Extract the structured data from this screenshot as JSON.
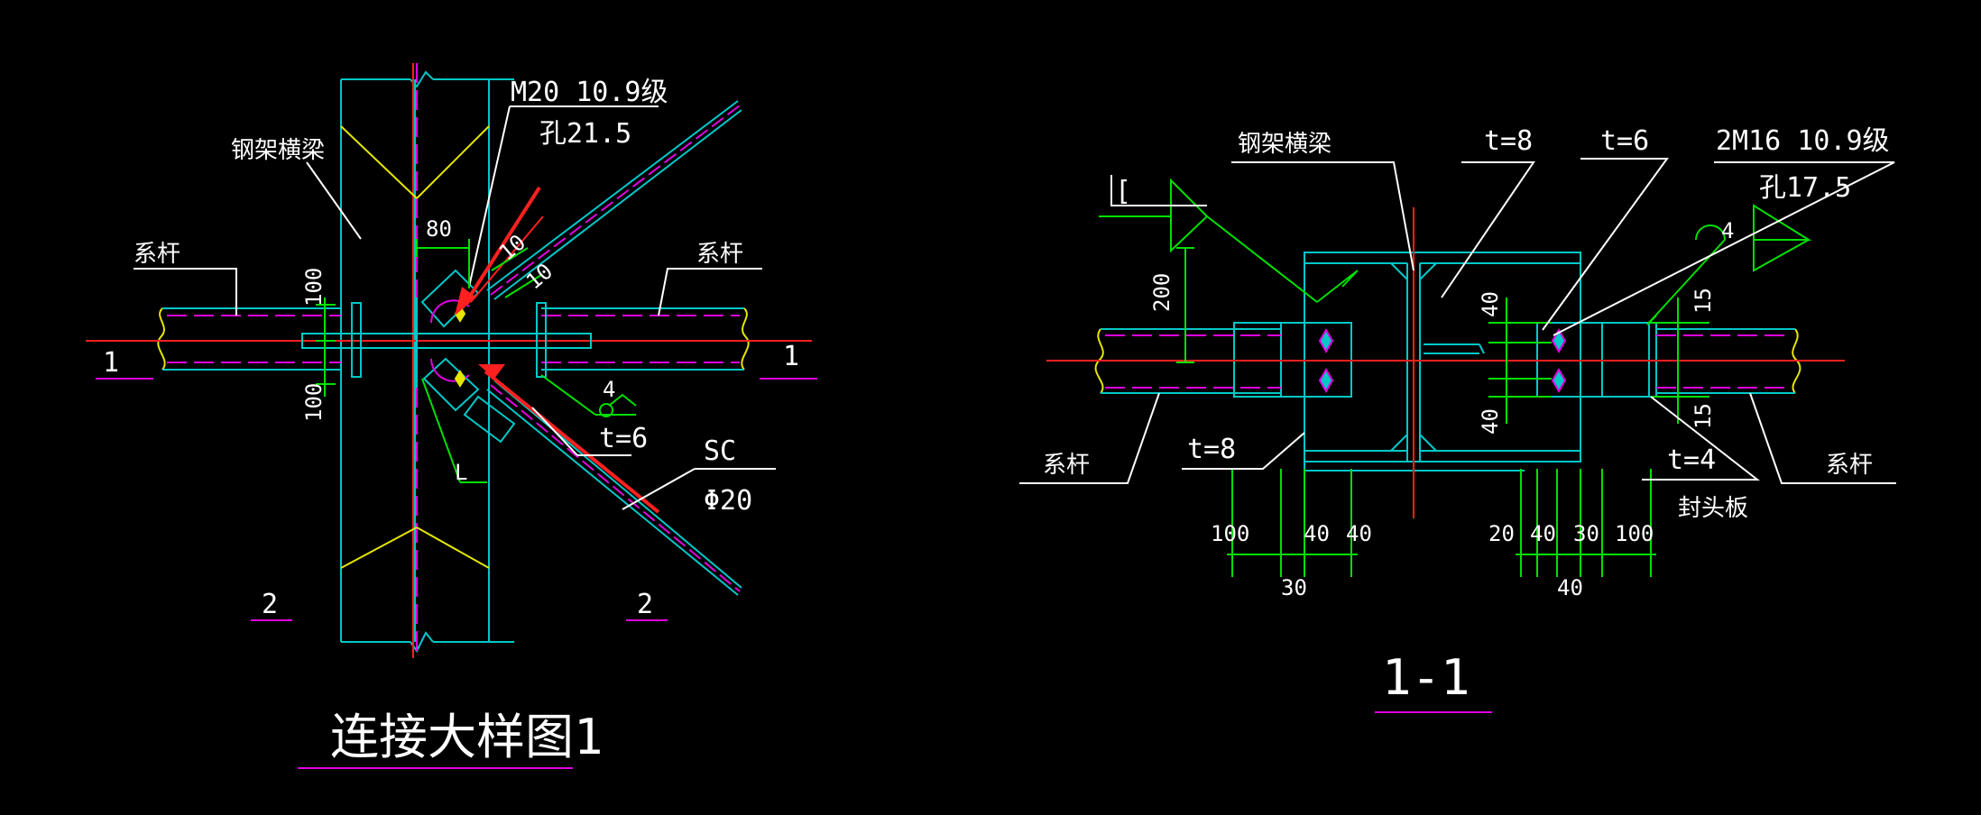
{
  "colors": {
    "background": "#000000",
    "cyan": "#00c8c8",
    "green": "#00e000",
    "yellow": "#e6e600",
    "magenta": "#e000e0",
    "red": "#ff2020",
    "white": "#ffffff"
  },
  "detail1": {
    "bolt_spec": "M20  10.9级",
    "bolt_hole": "孔21.5",
    "truss_beam": "钢架横梁",
    "tie_rod_left": "系杆",
    "tie_rod_right": "系杆",
    "dim_80": "80",
    "dim_100_top": "100",
    "dim_100_bottom": "100",
    "dim_10_a": "10",
    "dim_10_b": "10",
    "weld_size": "4",
    "plate_thickness": "t=6",
    "rod_type": "SC",
    "rod_diameter": "Φ20",
    "angle_mark": "L",
    "section_1_left": "1",
    "section_1_right": "1",
    "section_2_left": "2",
    "section_2_right": "2",
    "title": "连接大样图1"
  },
  "section11": {
    "truss_beam": "钢架横梁",
    "bracket_mark": "[",
    "t8_top": "t=8",
    "t6": "t=6",
    "bolt_spec": "2M16  10.9级",
    "bolt_hole": "孔17.5",
    "weld_size": "4",
    "dim_200": "200",
    "dim_40_top": "40",
    "dim_40_bottom": "40",
    "dim_15_top": "15",
    "dim_15_bottom": "15",
    "tie_rod_left": "系杆",
    "tie_rod_right": "系杆",
    "t8_bottom": "t=8",
    "t4": "t=4",
    "end_plate": "封头板",
    "bottom_dims_left": [
      "100",
      "40",
      "40"
    ],
    "bottom_dim_30": "30",
    "bottom_dims_right": [
      "20",
      "40",
      "30",
      "100"
    ],
    "bottom_dim_40": "40",
    "title": "1-1"
  }
}
